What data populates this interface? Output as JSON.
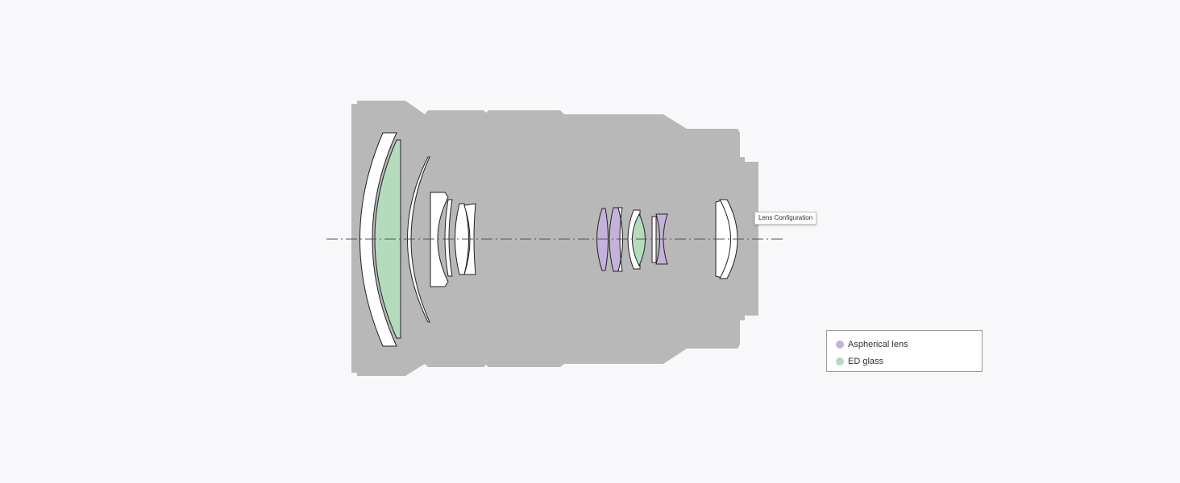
{
  "tooltip": {
    "text": "Lens Configuration"
  },
  "legend": {
    "items": [
      {
        "label": "Aspherical lens",
        "color": "#c4b2da"
      },
      {
        "label": "ED glass",
        "color": "#b5dbbd"
      }
    ]
  },
  "colors": {
    "background": "#f8f8fa",
    "barrel": "#b8b8b8",
    "lens_fill": "#ffffff",
    "aspherical": "#c4b2da",
    "ed_glass": "#b5dbbd"
  }
}
